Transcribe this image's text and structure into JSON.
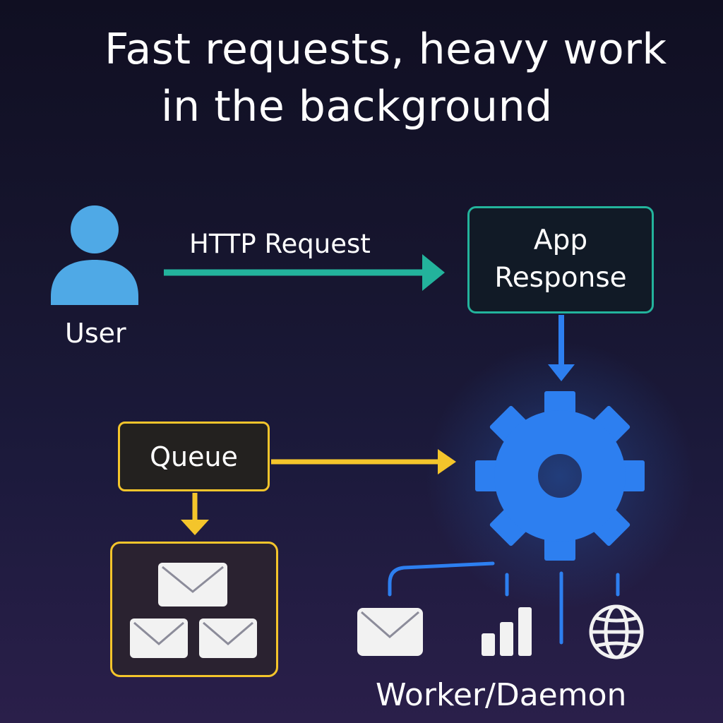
{
  "title": {
    "line1": "Fast requests, heavy work",
    "line2": "in the background"
  },
  "user": {
    "label": "User",
    "icon": "user-icon"
  },
  "http_request": {
    "label": "HTTP Request"
  },
  "app_response": {
    "line1": "App",
    "line2": "Response"
  },
  "queue": {
    "label": "Queue"
  },
  "worker": {
    "label": "Worker/Daemon",
    "icon": "gear-icon",
    "outputs": [
      "mail-icon",
      "bar-chart-icon",
      "globe-icon"
    ]
  },
  "colors": {
    "teal": "#23b39c",
    "blue": "#2d7ff0",
    "yellow": "#f4c52b",
    "user_icon": "#4fa9e6",
    "envelope": "#f2f2f2"
  }
}
